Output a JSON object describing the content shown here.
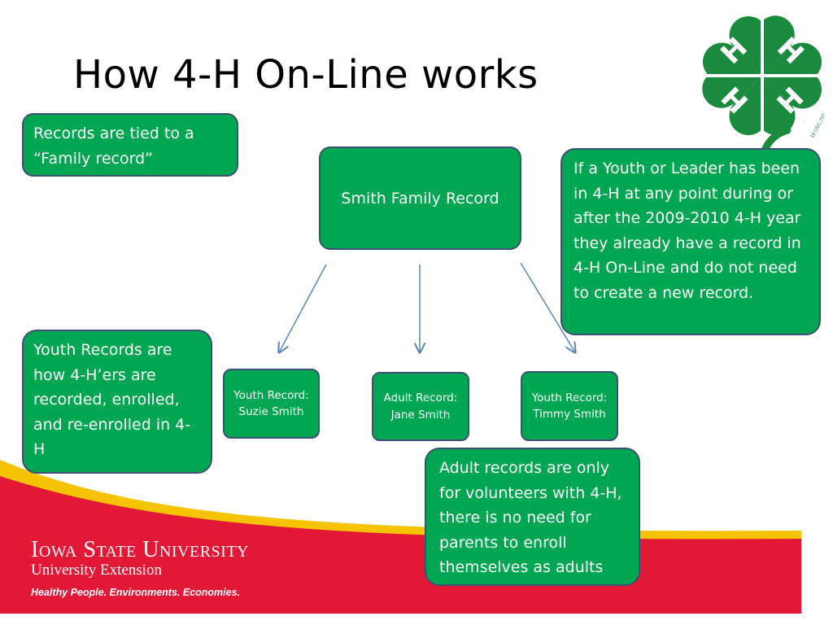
{
  "title": "How 4-H On-Line works",
  "notes": {
    "family": "Records are tied to a “Family record”",
    "existing": "If a Youth or Leader has been in 4-H at any point during or after the 2009-2010 4-H year they already have a record in 4-H On-Line and do not need to create a new record.",
    "youth": "Youth Records are how 4-H’ers are recorded, enrolled, and re-enrolled in 4-H",
    "adult": "Adult records are only for volunteers with 4-H, there is no need for parents to enroll themselves as adults"
  },
  "nodes": {
    "family": "Smith Family Record",
    "youth1": "Youth Record: Suzie Smith",
    "adult1": "Adult Record: Jane Smith",
    "youth2": "Youth Record: Timmy Smith"
  },
  "footer": {
    "university": "Iowa State University",
    "extension": "University Extension",
    "tagline": "Healthy People. Environments. Economies."
  },
  "logo": {
    "icon": "four-leaf-clover-h-icon",
    "letter": "H",
    "usc": "18 USC 707"
  },
  "colors": {
    "box_fill": "#00a651",
    "box_border": "#3b5173",
    "arrow": "#5b86b8",
    "footer_red": "#e31837",
    "footer_gold": "#f5c300",
    "clover": "#1a8a3e"
  }
}
